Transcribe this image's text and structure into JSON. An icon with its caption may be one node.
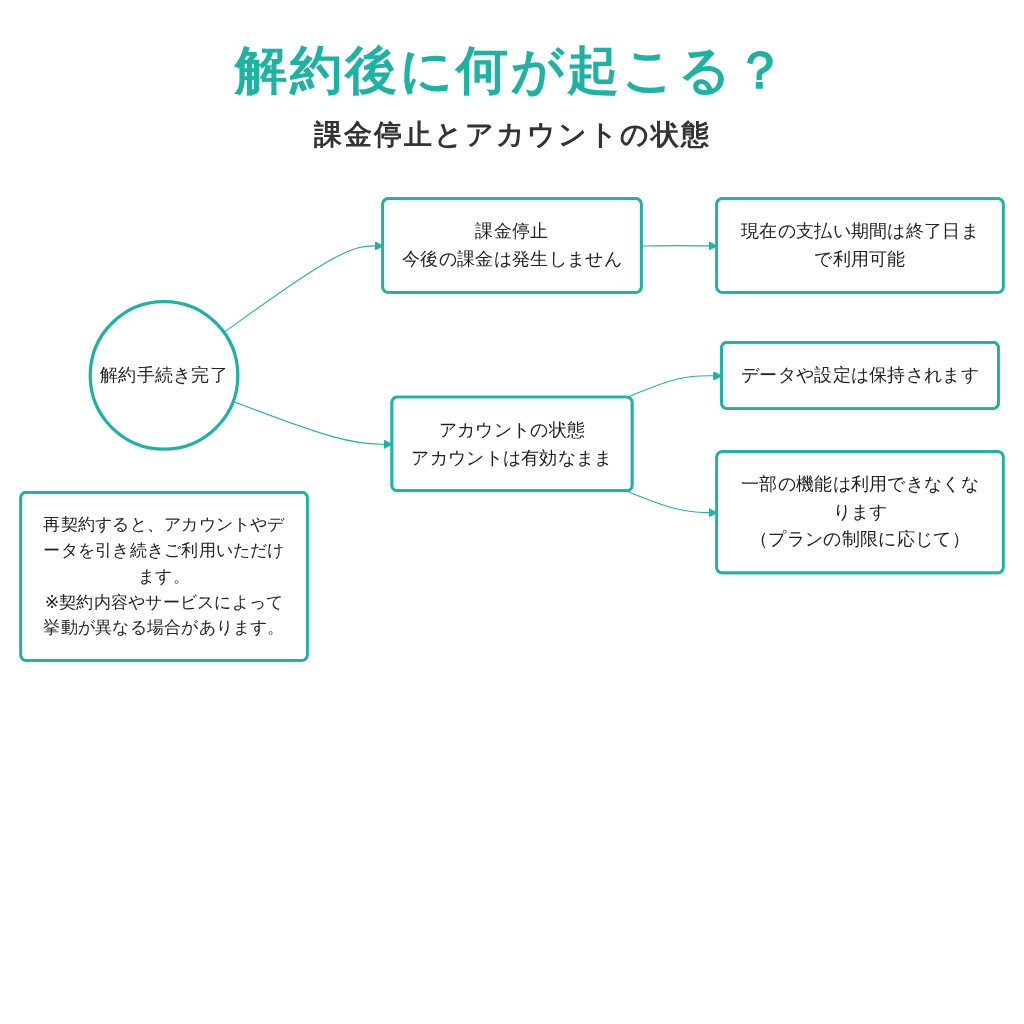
{
  "diagram": {
    "title": "解約後に何が起こる？",
    "nodes": [
      {
        "text": [
          "解約手続き完了"
        ]
      },
      {
        "text": [
          "課金停止",
          "今後の課金は発生しません"
        ]
      },
      {
        "text": [
          "現在の支払い期間は終了日まで利用可能"
        ]
      },
      {
        "text": [
          "アカウントの状態",
          "アカウントは有効なまま"
        ]
      },
      {
        "text": [
          "データや設定は保持されます"
        ]
      },
      {
        "text": [
          "一部の機能は利用できなくなります",
          "（プランの制限に応じて）"
        ]
      },
      {
        "text": [
          "再契約すると、アカウントやデータを引き続きご利用いただけます。",
          "※契約内容やサービスによって挙動が異なる場合があります。"
        ]
      }
    ],
    "edges": [
      {
        "from": 0,
        "to": 1,
        "arrow": "to"
      },
      {
        "from": 0,
        "to": 3,
        "arrow": "to"
      },
      {
        "from": 1,
        "to": 2,
        "arrow": "to"
      },
      {
        "from": 3,
        "to": 4,
        "arrow": "to"
      },
      {
        "from": 3,
        "to": 5,
        "arrow": "to"
      }
    ],
    "labels": [
      "課金停止とアカウントの状態"
    ]
  }
}
